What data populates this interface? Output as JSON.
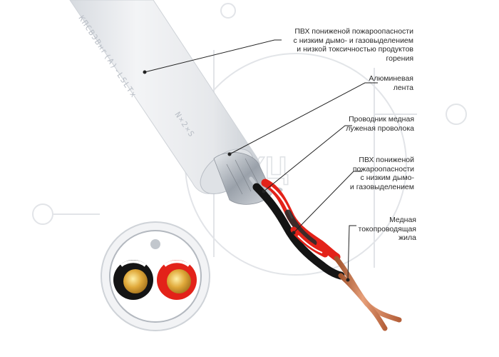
{
  "cable": {
    "print_marking": "КПСВЭВнг(А)-LSLTx",
    "print_size": "N×2×S"
  },
  "watermark": {
    "text": "КЦ"
  },
  "callouts": [
    {
      "id": "pvc-sheath",
      "text": "ПВХ пониженой пожароопасности\nс низким дымо- и газовыделением\nи низкой токсичностью продуктов\nгорения"
    },
    {
      "id": "aluminium-tape",
      "text": "Алюминевая\nлента"
    },
    {
      "id": "drain-wire",
      "text": "Проводник медная\nлуженая проволока"
    },
    {
      "id": "core-insulation",
      "text": "ПВХ пониженой\nпожароопасности\nс низким дымо-\nи газовыделением"
    },
    {
      "id": "copper-conductor",
      "text": "Медная\nтокопроводящая\nжила"
    }
  ],
  "colors": {
    "sheath": "#eceef0",
    "sheath_shadow": "#c9ced4",
    "foil": "#b7bcc3",
    "core_red": "#e32219",
    "core_black": "#141414",
    "copper": "#c8764a",
    "leader": "#222222"
  }
}
